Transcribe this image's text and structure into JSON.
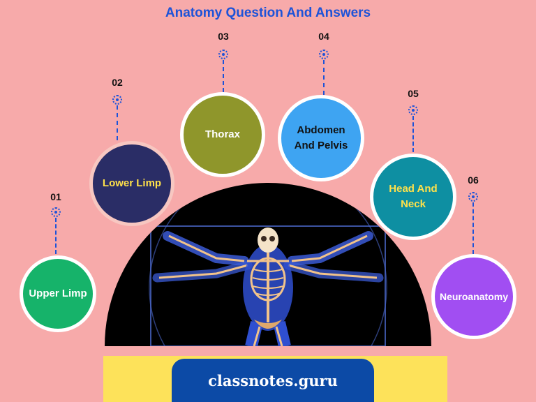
{
  "title": "Anatomy Question And Answers",
  "topics": [
    {
      "number": "01",
      "label": "Upper Limp",
      "fill": "#16b36a",
      "ring": "#ffffff",
      "text_color": "#ffffff"
    },
    {
      "number": "02",
      "label": "Lower Limp",
      "fill": "#2a2d66",
      "ring": "#f7c7c1",
      "text_color": "#ffe14a"
    },
    {
      "number": "03",
      "label": "Thorax",
      "fill": "#8f962b",
      "ring": "#ffffff",
      "text_color": "#ffffff"
    },
    {
      "number": "04",
      "label": "Abdomen And Pelvis",
      "fill": "#3ea4f2",
      "ring": "#ffffff",
      "text_color": "#111111"
    },
    {
      "number": "05",
      "label": "Head And Neck",
      "fill": "#0e8fa2",
      "ring": "#ffffff",
      "text_color": "#ffe14a"
    },
    {
      "number": "06",
      "label": "Neuroanatomy",
      "fill": "#a14ef2",
      "ring": "#ffffff",
      "text_color": "#ffffff"
    }
  ],
  "banner": {
    "text": "classnotes.guru"
  }
}
